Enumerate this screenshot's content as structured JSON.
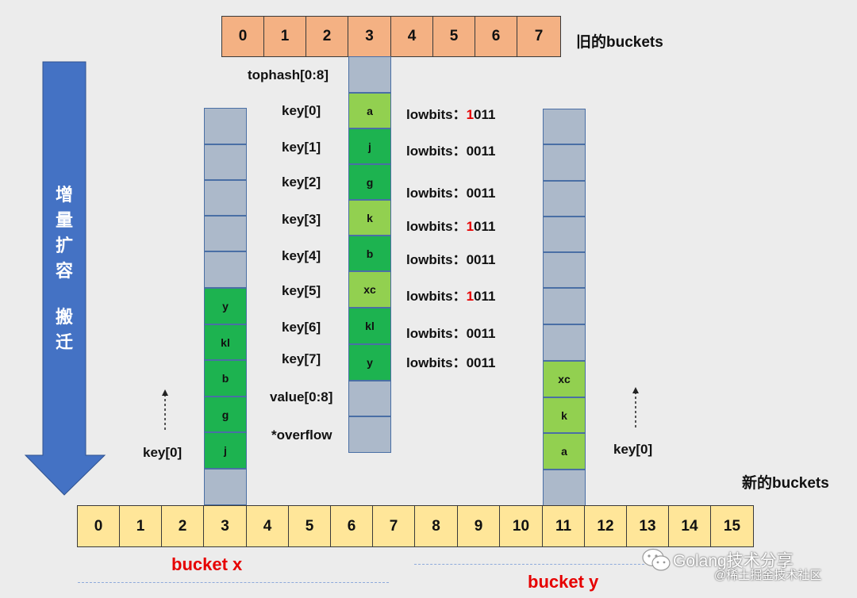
{
  "old_buckets": {
    "cells": [
      "0",
      "1",
      "2",
      "3",
      "4",
      "5",
      "6",
      "7"
    ],
    "label": "旧的buckets"
  },
  "new_buckets": {
    "cells": [
      "0",
      "1",
      "2",
      "3",
      "4",
      "5",
      "6",
      "7",
      "8",
      "9",
      "10",
      "11",
      "12",
      "13",
      "14",
      "15"
    ],
    "label": "新的buckets"
  },
  "arrow": {
    "line1": "增",
    "line2": "量",
    "line3": "扩",
    "line4": "容",
    "line5": "搬",
    "line6": "迁"
  },
  "old_bucket_fields": {
    "tophash": "tophash[0:8]",
    "keys": [
      "key[0]",
      "key[1]",
      "key[2]",
      "key[3]",
      "key[4]",
      "key[5]",
      "key[6]",
      "key[7]"
    ],
    "value": "value[0:8]",
    "overflow": "*overflow"
  },
  "old_bucket_slots": [
    "a",
    "j",
    "g",
    "k",
    "b",
    "xc",
    "kl",
    "y"
  ],
  "lowbits": [
    {
      "prefix": "lowbits：",
      "high": "1",
      "rest": "011"
    },
    {
      "prefix": "lowbits：",
      "high": "0",
      "rest": "011"
    },
    {
      "prefix": "lowbits：",
      "high": "0",
      "rest": "011"
    },
    {
      "prefix": "lowbits：",
      "high": "1",
      "rest": "011"
    },
    {
      "prefix": "lowbits：",
      "high": "0",
      "rest": "011"
    },
    {
      "prefix": "lowbits：",
      "high": "1",
      "rest": "011"
    },
    {
      "prefix": "lowbits：",
      "high": "0",
      "rest": "011"
    },
    {
      "prefix": "lowbits：",
      "high": "0",
      "rest": "011"
    }
  ],
  "bucket_x": {
    "slots_top_to_bottom": [
      "y",
      "kl",
      "b",
      "g",
      "j"
    ],
    "key_label": "key[0]",
    "name": "bucket x"
  },
  "bucket_y": {
    "slots_top_to_bottom": [
      "xc",
      "k",
      "a"
    ],
    "key_label": "key[0]",
    "name": "bucket y"
  },
  "watermark": {
    "line1": "Golang技术分享",
    "line2": "@稀土掘金技术社区"
  },
  "colors": {
    "old_bucket": "#f4b183",
    "new_bucket": "#ffe699",
    "arrow": "#4472c4",
    "slot_empty": "#acb9ca",
    "slot_green_dark": "#1db350",
    "slot_green_light": "#92d050",
    "highlight": "#e60000"
  }
}
